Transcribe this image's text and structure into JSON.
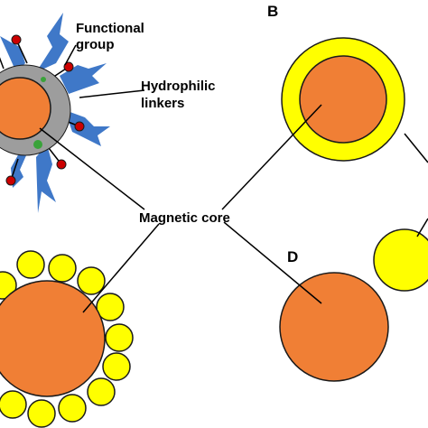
{
  "labels": {
    "functional_group": [
      "Functional",
      "group"
    ],
    "hydrophilic_linkers": [
      "Hydrophilic",
      "linkers"
    ],
    "magnetic_core": "Magnetic core",
    "panel_b": "B",
    "panel_d": "D"
  },
  "colors": {
    "core": "#f07f35",
    "core_stroke": "#1a1a1a",
    "shell_gray": "#9d9d9d",
    "yellow": "#ffff00",
    "spike_blue": "#3f78c8",
    "functional_red": "#cc0000",
    "green_dot": "#3aa33a",
    "line": "#000000"
  }
}
